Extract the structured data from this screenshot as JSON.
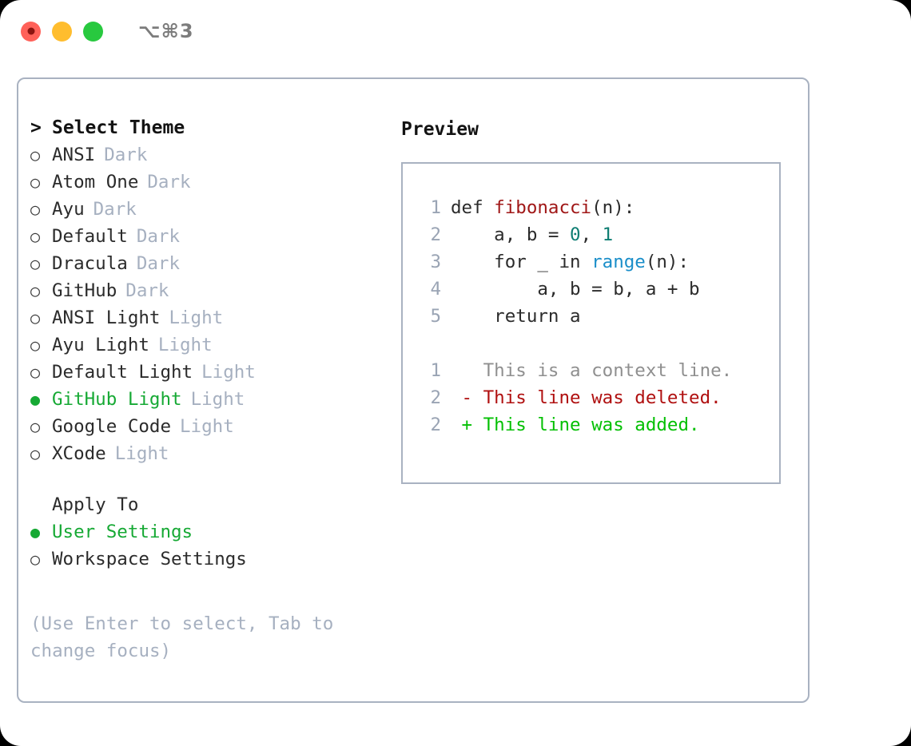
{
  "window": {
    "shortcut": "⌥⌘3",
    "traffic_lights": [
      {
        "name": "close",
        "color": "#ff6159"
      },
      {
        "name": "minimize",
        "color": "#ffbd2e"
      },
      {
        "name": "maximize",
        "color": "#28c93f"
      }
    ]
  },
  "colors": {
    "accent_green": "#16a934",
    "muted": "#a6b0c0",
    "border": "#a9b2c1",
    "text": "#2b2b2b",
    "diff_add": "#04c004",
    "diff_del": "#b01010",
    "token_function": "#a01717",
    "token_number": "#0d7d72",
    "token_call": "#1a8ec9"
  },
  "theme_list": {
    "header": {
      "marker": ">",
      "label": "Select Theme"
    },
    "items": [
      {
        "marker": "○",
        "label": "ANSI",
        "badge": "Dark",
        "selected": false
      },
      {
        "marker": "○",
        "label": "Atom One",
        "badge": "Dark",
        "selected": false
      },
      {
        "marker": "○",
        "label": "Ayu",
        "badge": "Dark",
        "selected": false
      },
      {
        "marker": "○",
        "label": "Default",
        "badge": "Dark",
        "selected": false
      },
      {
        "marker": "○",
        "label": "Dracula",
        "badge": "Dark",
        "selected": false
      },
      {
        "marker": "○",
        "label": "GitHub",
        "badge": "Dark",
        "selected": false
      },
      {
        "marker": "○",
        "label": "ANSI Light",
        "badge": "Light",
        "selected": false
      },
      {
        "marker": "○",
        "label": "Ayu Light",
        "badge": "Light",
        "selected": false
      },
      {
        "marker": "○",
        "label": "Default Light",
        "badge": "Light",
        "selected": false
      },
      {
        "marker": "●",
        "label": "GitHub Light",
        "badge": "Light",
        "selected": true
      },
      {
        "marker": "○",
        "label": "Google Code",
        "badge": "Light",
        "selected": false
      },
      {
        "marker": "○",
        "label": "XCode",
        "badge": "Light",
        "selected": false
      }
    ]
  },
  "apply_to": {
    "header": "Apply To",
    "items": [
      {
        "marker": "●",
        "label": "User Settings",
        "selected": true
      },
      {
        "marker": "○",
        "label": "Workspace Settings",
        "selected": false
      }
    ]
  },
  "hint": "(Use Enter to select, Tab to change focus)",
  "preview": {
    "title": "Preview",
    "code_lines": [
      {
        "number": "1",
        "tokens": [
          {
            "text": "def ",
            "type": "plain"
          },
          {
            "text": "fibonacci",
            "type": "fn"
          },
          {
            "text": "(n):",
            "type": "plain"
          }
        ]
      },
      {
        "number": "2",
        "tokens": [
          {
            "text": "    a, b = ",
            "type": "plain"
          },
          {
            "text": "0",
            "type": "num"
          },
          {
            "text": ", ",
            "type": "plain"
          },
          {
            "text": "1",
            "type": "num"
          }
        ]
      },
      {
        "number": "3",
        "tokens": [
          {
            "text": "    for _ in ",
            "type": "plain"
          },
          {
            "text": "range",
            "type": "call"
          },
          {
            "text": "(n):",
            "type": "plain"
          }
        ]
      },
      {
        "number": "4",
        "tokens": [
          {
            "text": "        a, b = b, a + b",
            "type": "plain"
          }
        ]
      },
      {
        "number": "5",
        "tokens": [
          {
            "text": "    return a",
            "type": "plain"
          }
        ]
      }
    ],
    "diff_lines": [
      {
        "number": "1",
        "sign": " ",
        "text": " This is a context line.",
        "kind": "ctx"
      },
      {
        "number": "2",
        "sign": "-",
        "text": " This line was deleted.",
        "kind": "del"
      },
      {
        "number": "2",
        "sign": "+",
        "text": " This line was added.",
        "kind": "add"
      }
    ]
  }
}
